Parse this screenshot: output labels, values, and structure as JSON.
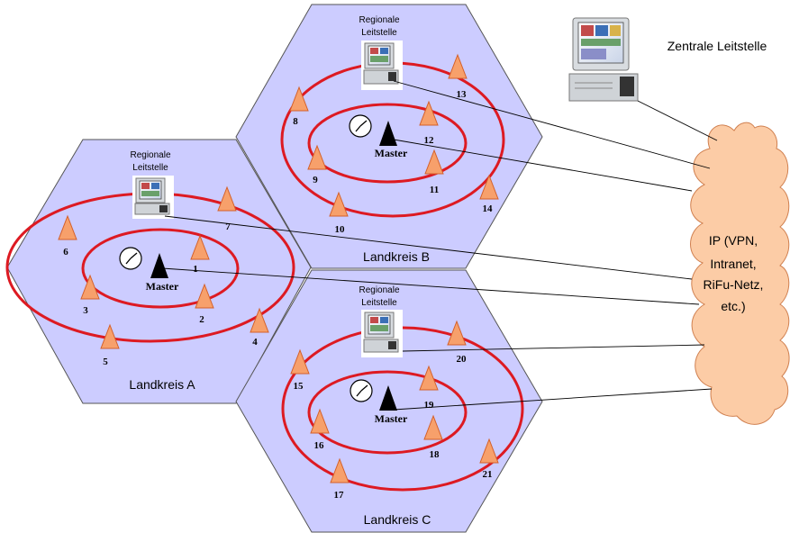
{
  "colors": {
    "hex_fill": "#ccccff",
    "hex_stroke": "#555555",
    "ring": "#dd1a22",
    "tower_fill": "#f7a06b",
    "tower_stroke": "#d4602a",
    "master": "#000000",
    "cloud_fill": "#fccca6",
    "cloud_stroke": "#d08050",
    "link": "#000000"
  },
  "central": {
    "label": "Zentrale Leitstelle",
    "icon": "computer-workstation-icon"
  },
  "cloud": {
    "label_lines": [
      "IP (VPN,",
      "Intranet,",
      "RiFu-Netz,",
      "etc.)"
    ]
  },
  "districts": [
    {
      "name": "Landkreis A",
      "regional_label_lines": [
        "Regionale",
        "Leitstelle"
      ],
      "master_label": "Master",
      "towers": [
        "1",
        "2",
        "3",
        "4",
        "5",
        "6",
        "7"
      ]
    },
    {
      "name": "Landkreis B",
      "regional_label_lines": [
        "Regionale",
        "Leitstelle"
      ],
      "master_label": "Master",
      "towers": [
        "8",
        "9",
        "10",
        "11",
        "12",
        "13",
        "14"
      ]
    },
    {
      "name": "Landkreis C",
      "regional_label_lines": [
        "Regionale",
        "Leitstelle"
      ],
      "master_label": "Master",
      "towers": [
        "15",
        "16",
        "17",
        "18",
        "19",
        "20",
        "21"
      ]
    }
  ]
}
